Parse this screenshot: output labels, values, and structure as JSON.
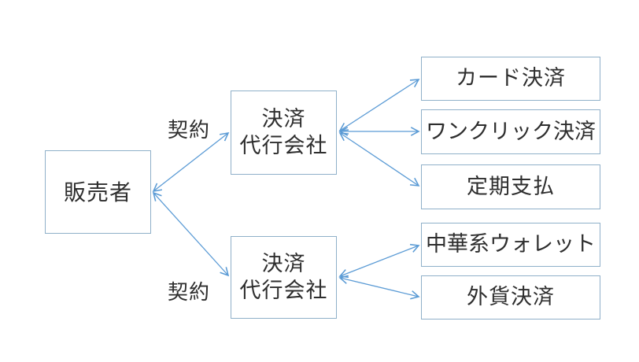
{
  "diagram": {
    "nodes": {
      "seller": {
        "label": "販売者"
      },
      "psp_top": {
        "label_line1": "決済",
        "label_line2": "代行会社"
      },
      "psp_bottom": {
        "label_line1": "決済",
        "label_line2": "代行会社"
      },
      "card": {
        "label": "カード決済"
      },
      "oneclick": {
        "label": "ワンクリック決済"
      },
      "recurring": {
        "label": "定期支払"
      },
      "wallet": {
        "label": "中華系ウォレット"
      },
      "forex": {
        "label": "外貨決済"
      }
    },
    "edge_labels": {
      "contract_top": "契約",
      "contract_bottom": "契約"
    },
    "colors": {
      "box_border": "#8fb0c9",
      "arrow": "#5b9bd5",
      "text": "#2e2e2e",
      "background": "#ffffff"
    }
  }
}
